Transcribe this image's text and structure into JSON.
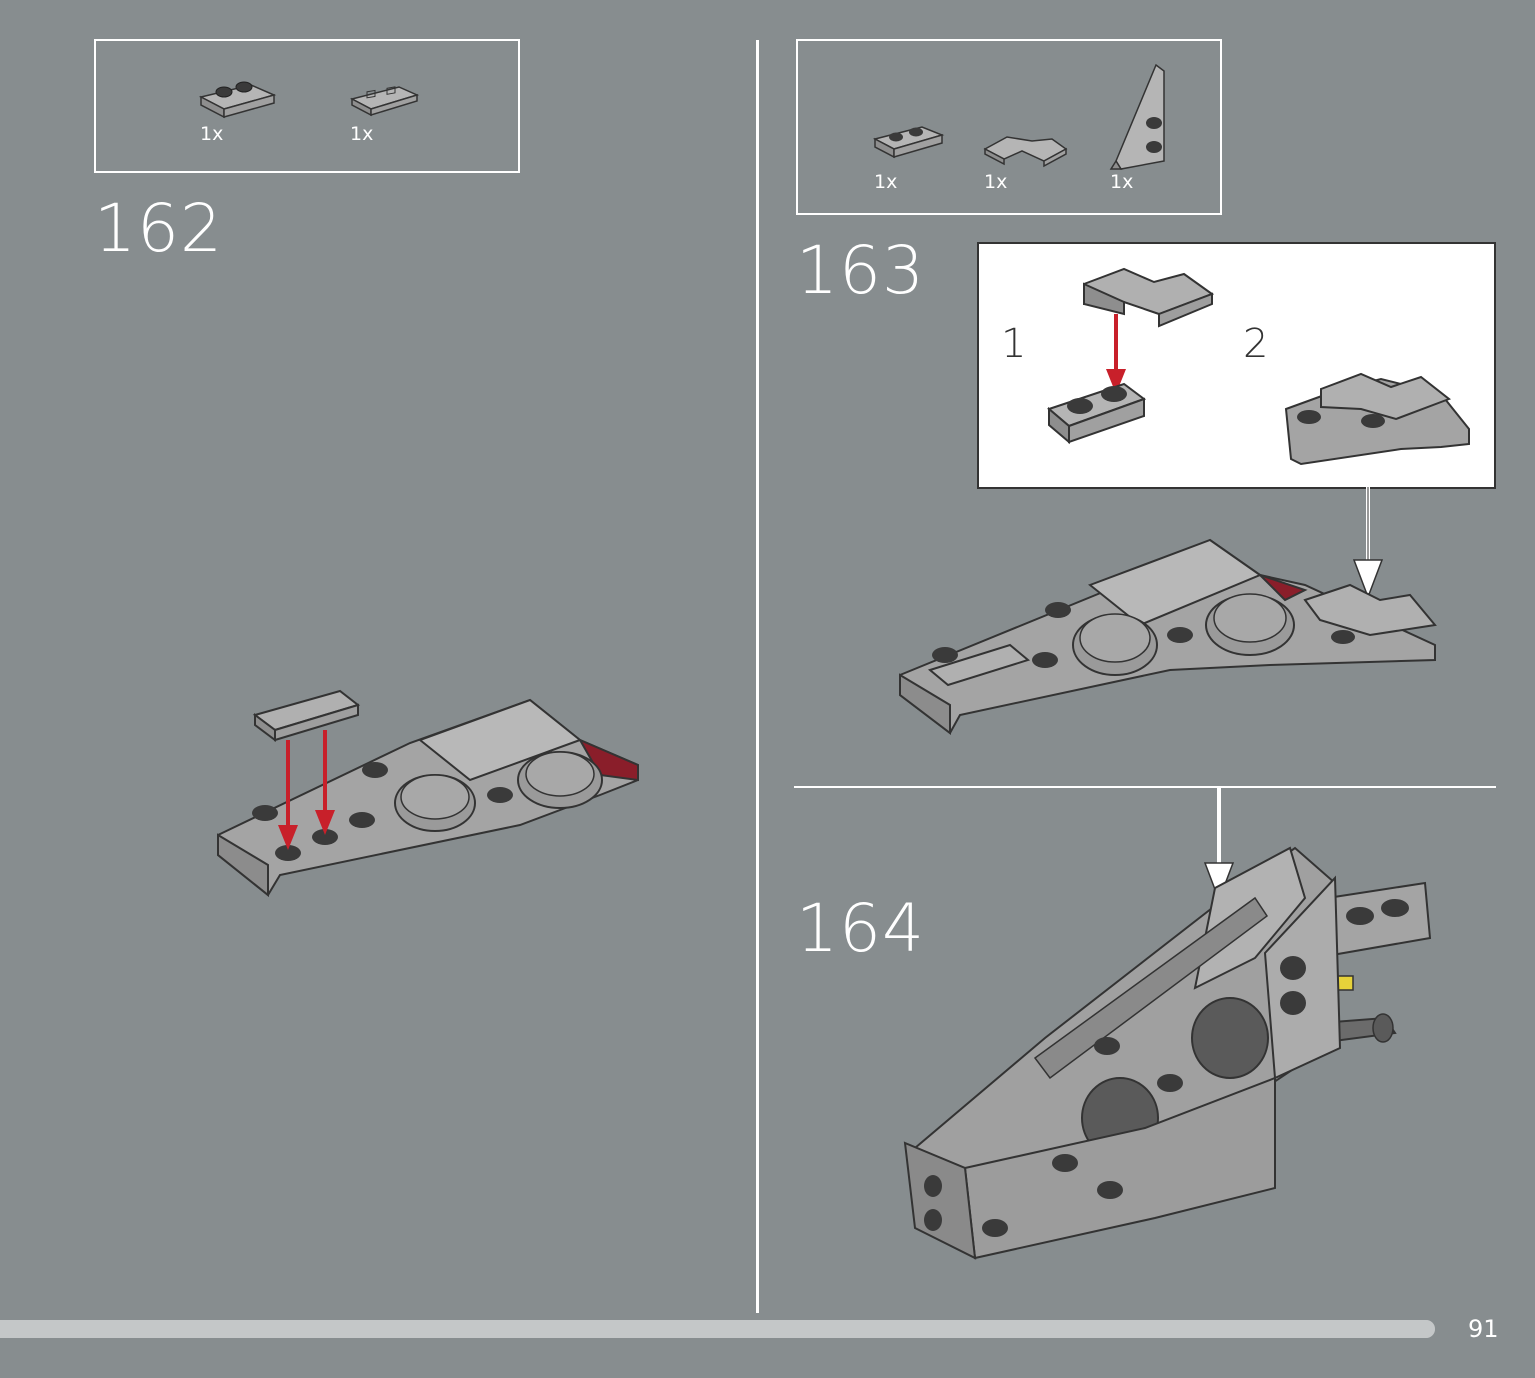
{
  "steps": [
    {
      "number": "162",
      "parts": [
        {
          "qty": "1x",
          "icon": "plate-1x2-rail-icon"
        },
        {
          "qty": "1x",
          "icon": "tile-1x2-grille-icon"
        }
      ]
    },
    {
      "number": "163",
      "parts": [
        {
          "qty": "1x",
          "icon": "plate-1x2-icon"
        },
        {
          "qty": "1x",
          "icon": "tile-corner-icon"
        },
        {
          "qty": "1x",
          "icon": "wedge-plate-icon"
        }
      ],
      "substeps": [
        {
          "number": "1"
        },
        {
          "number": "2"
        }
      ]
    },
    {
      "number": "164"
    }
  ],
  "footer": {
    "page_number": "91",
    "progress": 1.0
  },
  "colors": {
    "background": "#878d8f",
    "light_gray": "#a9a9a9",
    "dark_stud": "#3a3a3a",
    "red_arrow": "#c8202a",
    "dark_red": "#8a1e2a",
    "yellow": "#e6d23a"
  }
}
